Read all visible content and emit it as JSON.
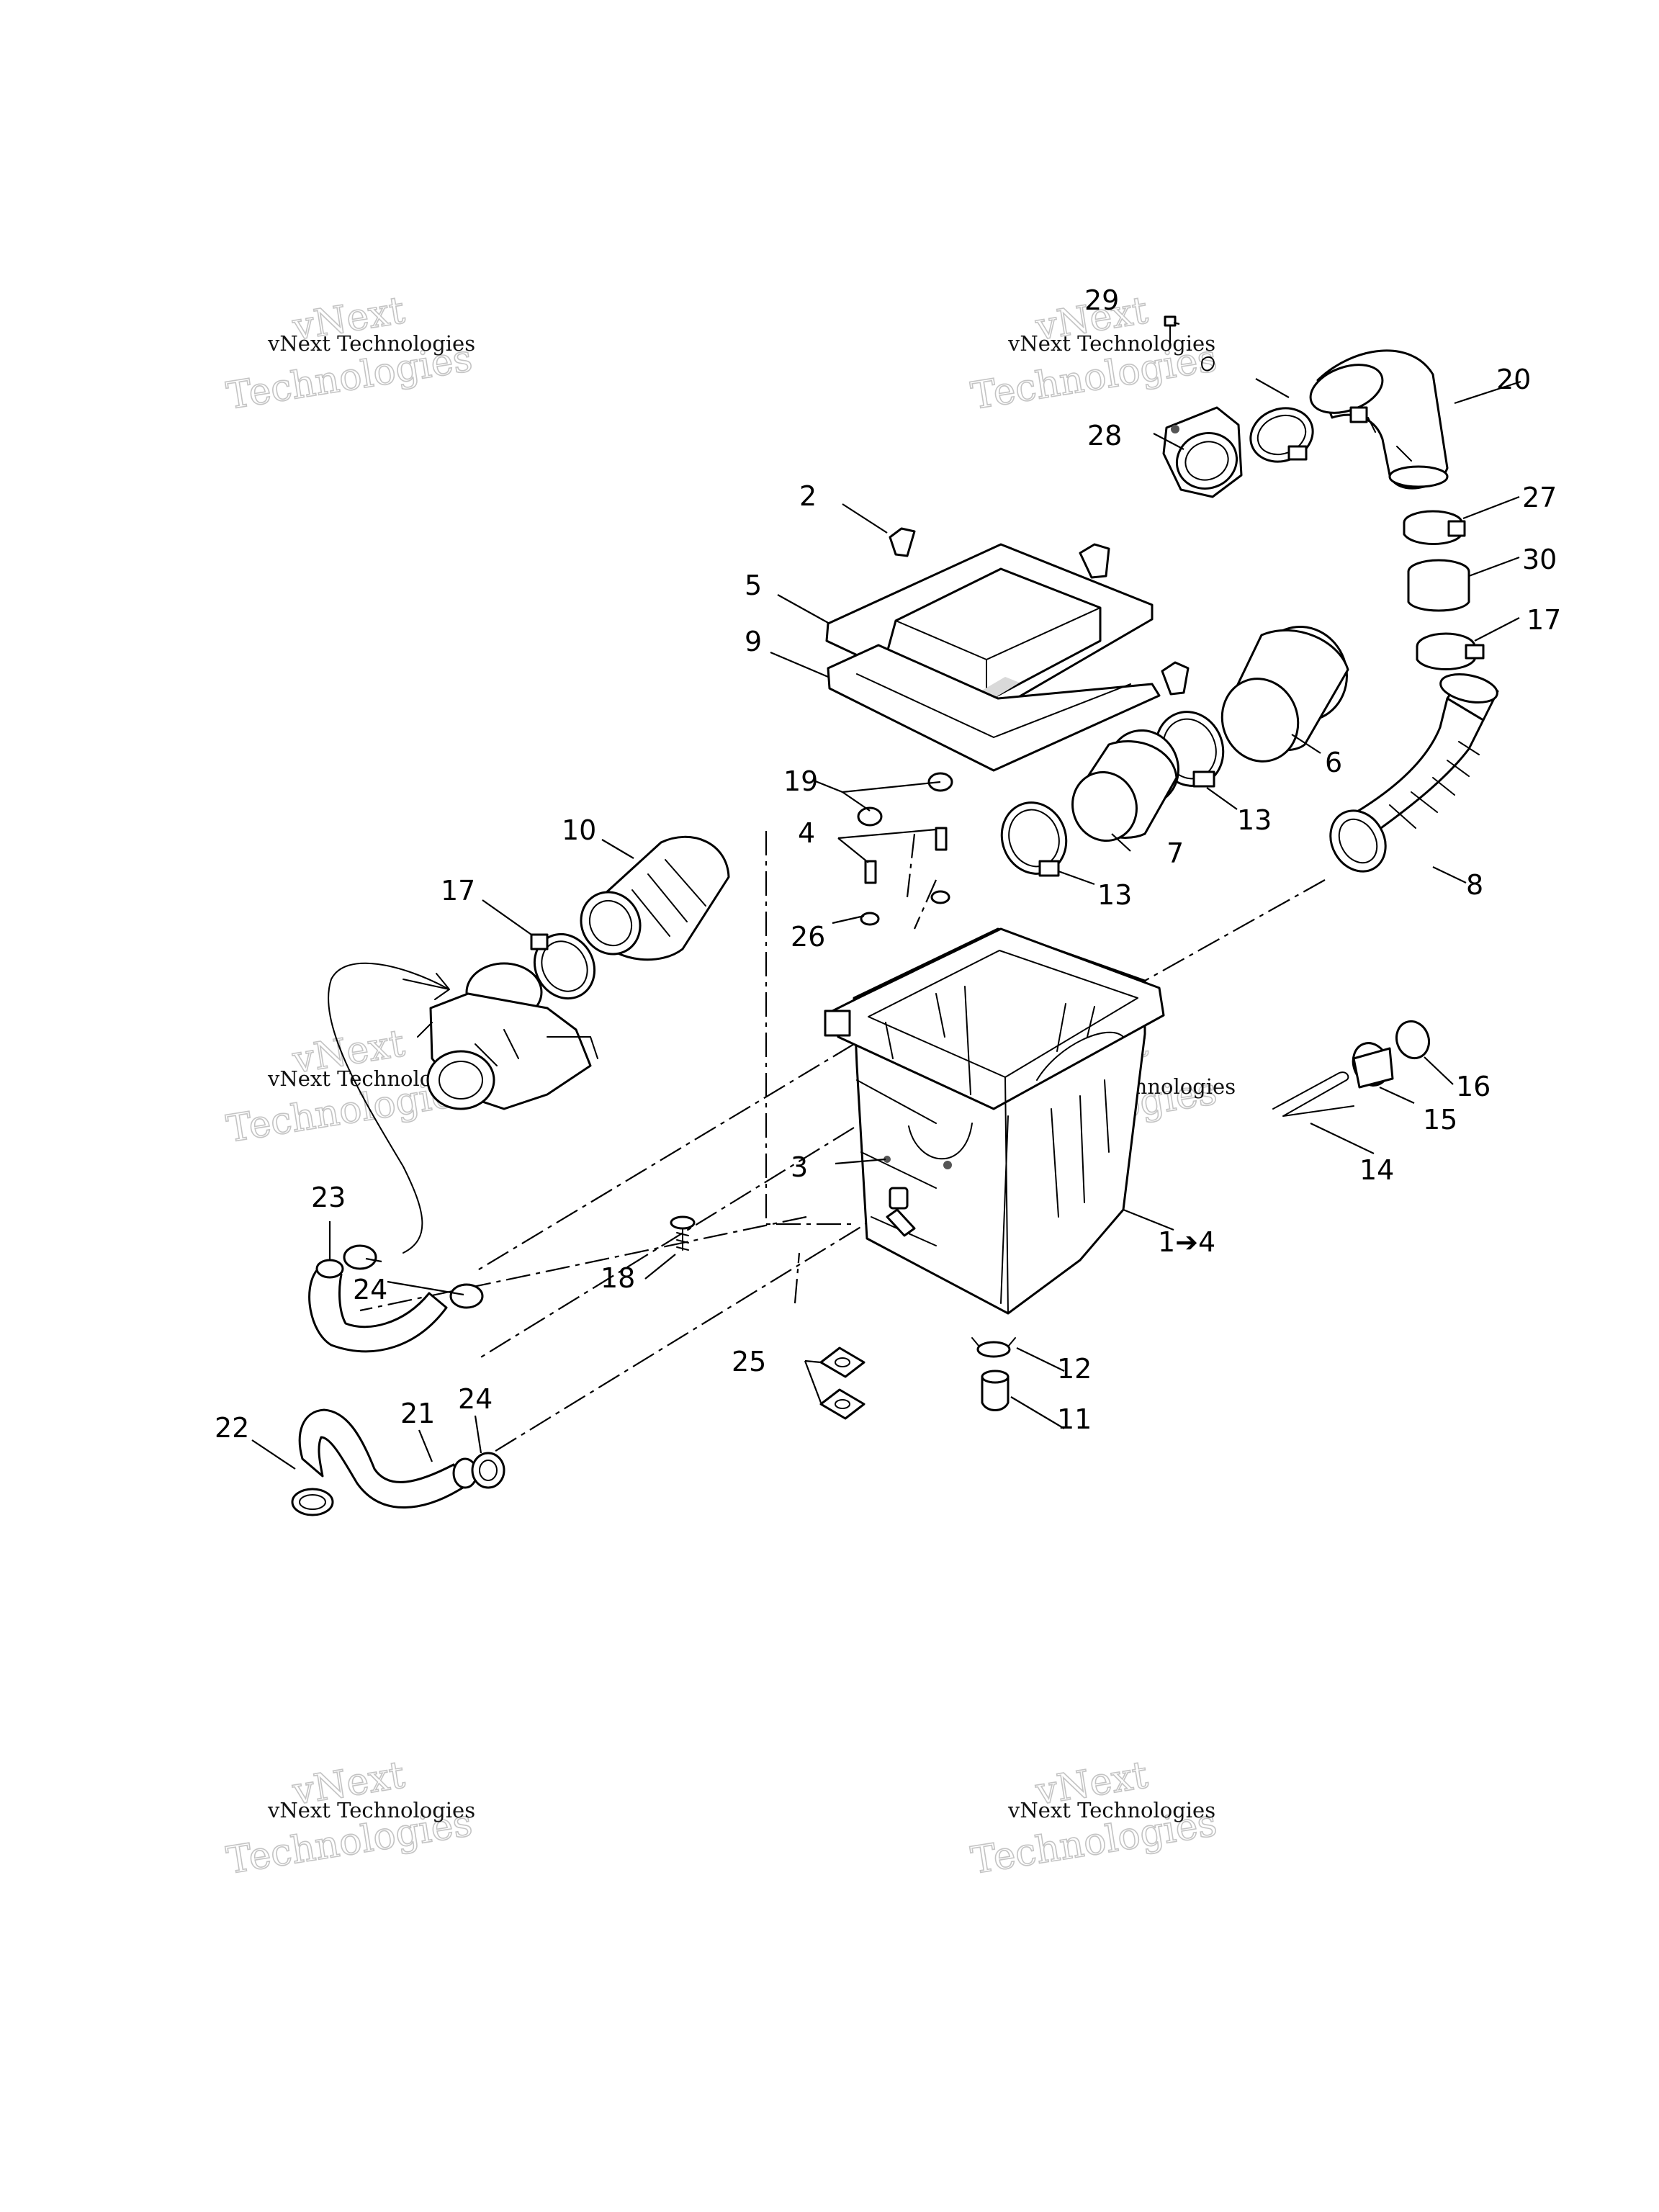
{
  "diagram": {
    "part_labels": [
      "29",
      "20",
      "28",
      "27",
      "30",
      "17",
      "2",
      "5",
      "9",
      "6",
      "13",
      "7",
      "8",
      "19",
      "4",
      "13",
      "10",
      "17",
      "26",
      "3",
      "23",
      "24",
      "18",
      "1➔4",
      "16",
      "15",
      "14",
      "25",
      "12",
      "11",
      "24",
      "21",
      "22"
    ]
  },
  "watermarks": [
    {
      "small": "vNext Technologies",
      "big_1": "vNext",
      "big_2": "Technologies"
    },
    {
      "small": "vNext Technologies",
      "big_1": "vNext",
      "big_2": "Technologies"
    },
    {
      "small": "vNext Technologies",
      "big_1": "vNext",
      "big_2": "Technologies"
    },
    {
      "small": "vNext Technologies",
      "big_1": "vNext",
      "big_2": "Technologies"
    },
    {
      "small": "vNext Technologies",
      "big_1": "vNext",
      "big_2": "Technologies"
    },
    {
      "small": "vNext Technologies",
      "big_1": "vNext",
      "big_2": "Technologies"
    }
  ]
}
